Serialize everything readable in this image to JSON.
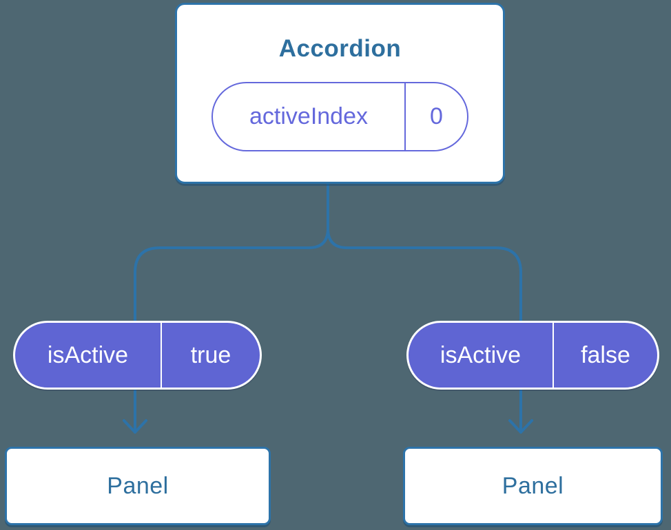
{
  "colors": {
    "background": "#4e6772",
    "line_blue": "#2d73a9",
    "text_blue": "#2e6f9e",
    "purple": "#5f65d3",
    "purple_outline": "#6468dc",
    "node_bg": "#ffffff",
    "pill_text_on_purple": "#ffffff"
  },
  "tree": {
    "root": {
      "title": "Accordion",
      "state_pill": {
        "name": "activeIndex",
        "value": "0"
      }
    },
    "children": [
      {
        "prop_pill": {
          "name": "isActive",
          "value": "true"
        },
        "node_label": "Panel"
      },
      {
        "prop_pill": {
          "name": "isActive",
          "value": "false"
        },
        "node_label": "Panel"
      }
    ]
  }
}
